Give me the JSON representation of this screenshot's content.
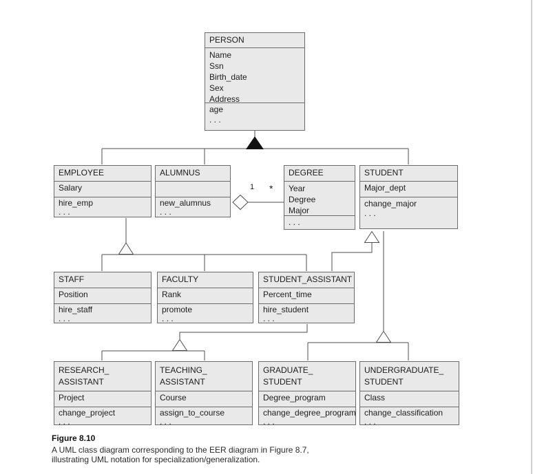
{
  "diagram": {
    "classes": {
      "person": {
        "title_lines": [
          "PERSON"
        ],
        "attributes": [
          "Name",
          "Ssn",
          "Birth_date",
          "Sex",
          "Address"
        ],
        "operations": [
          "age",
          ". . ."
        ]
      },
      "employee": {
        "title_lines": [
          "EMPLOYEE"
        ],
        "attributes": [
          "Salary"
        ],
        "operations": [
          "hire_emp",
          ". . ."
        ]
      },
      "alumnus": {
        "title_lines": [
          "ALUMNUS"
        ],
        "attributes": [],
        "operations": [
          "new_alumnus",
          ". . ."
        ]
      },
      "degree": {
        "title_lines": [
          "DEGREE"
        ],
        "attributes": [
          "Year",
          "Degree",
          "Major"
        ],
        "operations": [
          ". . ."
        ]
      },
      "student": {
        "title_lines": [
          "STUDENT"
        ],
        "attributes": [
          "Major_dept"
        ],
        "operations": [
          "change_major",
          ". . ."
        ]
      },
      "staff": {
        "title_lines": [
          "STAFF"
        ],
        "attributes": [
          "Position"
        ],
        "operations": [
          "hire_staff",
          ". . ."
        ]
      },
      "faculty": {
        "title_lines": [
          "FACULTY"
        ],
        "attributes": [
          "Rank"
        ],
        "operations": [
          "promote",
          ". . ."
        ]
      },
      "student_assistant": {
        "title_lines": [
          "STUDENT_ASSISTANT"
        ],
        "attributes": [
          "Percent_time"
        ],
        "operations": [
          "hire_student",
          ". . ."
        ]
      },
      "research_assistant": {
        "title_lines": [
          "RESEARCH_",
          "ASSISTANT"
        ],
        "attributes": [
          "Project"
        ],
        "operations": [
          "change_project",
          ". . ."
        ]
      },
      "teaching_assistant": {
        "title_lines": [
          "TEACHING_",
          "ASSISTANT"
        ],
        "attributes": [
          "Course"
        ],
        "operations": [
          "assign_to_course",
          ". . ."
        ]
      },
      "graduate_student": {
        "title_lines": [
          "GRADUATE_",
          "STUDENT"
        ],
        "attributes": [
          "Degree_program"
        ],
        "operations": [
          "change_degree_program",
          ". . ."
        ]
      },
      "undergraduate_student": {
        "title_lines": [
          "UNDERGRADUATE_",
          "STUDENT"
        ],
        "attributes": [
          "Class"
        ],
        "operations": [
          "change_classification",
          ". . ."
        ]
      }
    },
    "association": {
      "alumnus_multiplicity": "1",
      "degree_multiplicity": "*"
    },
    "colors": {
      "box_fill": "#e9e9e9",
      "box_border": "#6b6b6b",
      "line": "#4d4d4d",
      "filled_triangle": "#111111"
    }
  },
  "caption": {
    "figure_label": "Figure 8.10",
    "line1": "A UML class diagram corresponding to the EER diagram in Figure 8.7,",
    "line2": "illustrating UML notation for specialization/generalization."
  }
}
